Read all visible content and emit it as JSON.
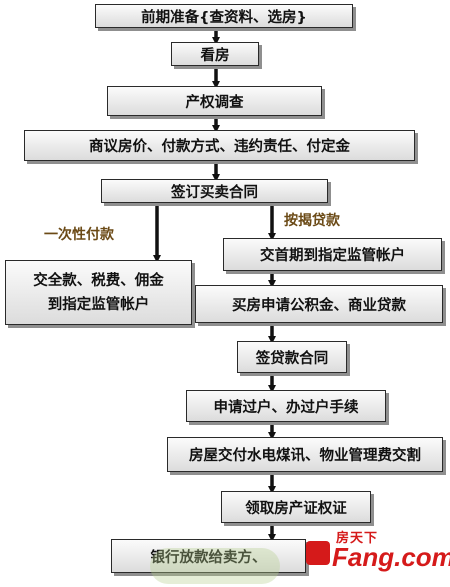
{
  "steps": {
    "s1": "前期准备{查资料、选房}",
    "s2": "看房",
    "s3": "产权调查",
    "s4": "商议房价、付款方式、违约责任、付定金",
    "s5": "签订买卖合同",
    "s6_line1": "交全款、税费、佣金",
    "s6_line2": "到指定监管帐户",
    "s7": "交首期到指定监管帐户",
    "s8": "买房申请公积金、商业贷款",
    "s9": "签贷款合同",
    "s10": "申请过户、办过户手续",
    "s11": "房屋交付水电煤讯、物业管理费交割",
    "s12": "领取房产证权证",
    "s13": "银行放款给卖方、"
  },
  "branches": {
    "left": "一次性付款",
    "right": "按揭贷款"
  },
  "logo": {
    "cn": "房天下",
    "en": "Fang.com"
  },
  "colors": {
    "box_border": "#2a2a2a",
    "box_fill_top": "#fbfbfb",
    "box_fill_bottom": "#dcdcdc",
    "label": "#6b4a16",
    "logo": "#d51a1a"
  }
}
